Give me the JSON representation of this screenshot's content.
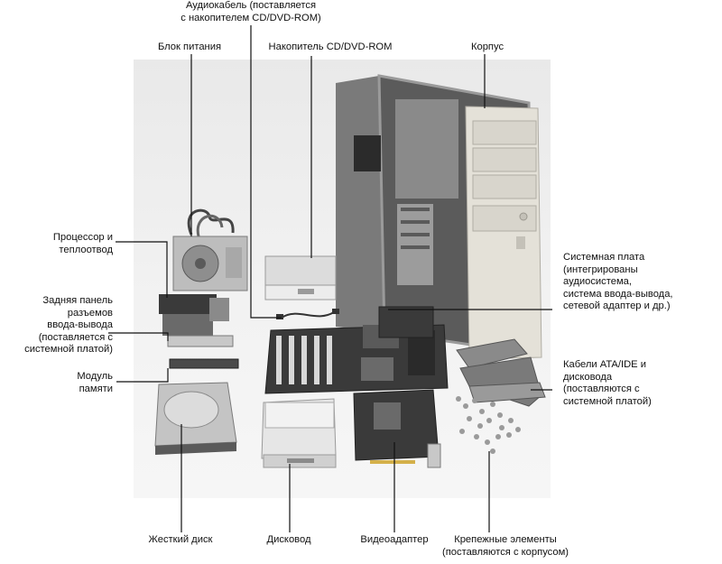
{
  "labels": {
    "audio_cable": [
      "Аудиокабель (поставляется",
      "с накопителем CD/DVD-ROM)"
    ],
    "power_supply": [
      "Блок питания"
    ],
    "cd_dvd_drive": [
      "Накопитель CD/DVD-ROM"
    ],
    "case": [
      "Корпус"
    ],
    "cpu_cooler": [
      "Процессор и",
      "теплоотвод"
    ],
    "io_panel": [
      "Задняя панель",
      "разъемов",
      "ввода-вывода",
      "(поставляется с",
      "системной платой)"
    ],
    "memory_module": [
      "Модуль",
      "памяти"
    ],
    "motherboard": [
      "Системная плата",
      "(интегрированы",
      "аудиосистема,",
      "система ввода-вывода,",
      "сетевой адаптер и др.)"
    ],
    "cables": [
      "Кабели ATA/IDE и",
      "дисковода",
      "(поставляются с",
      "системной платой)"
    ],
    "hard_disk": [
      "Жесткий диск"
    ],
    "floppy_drive": [
      "Дисковод"
    ],
    "video_adapter": [
      "Видеоадаптер"
    ],
    "fasteners": [
      "Крепежные элементы",
      "(поставляются с корпусом)"
    ]
  },
  "colors": {
    "line": "#111111",
    "case_body": "#e4e1d8",
    "case_frame": "#9a9a9a",
    "board": "#3a3a3a",
    "metal": "#b8b8b8"
  }
}
